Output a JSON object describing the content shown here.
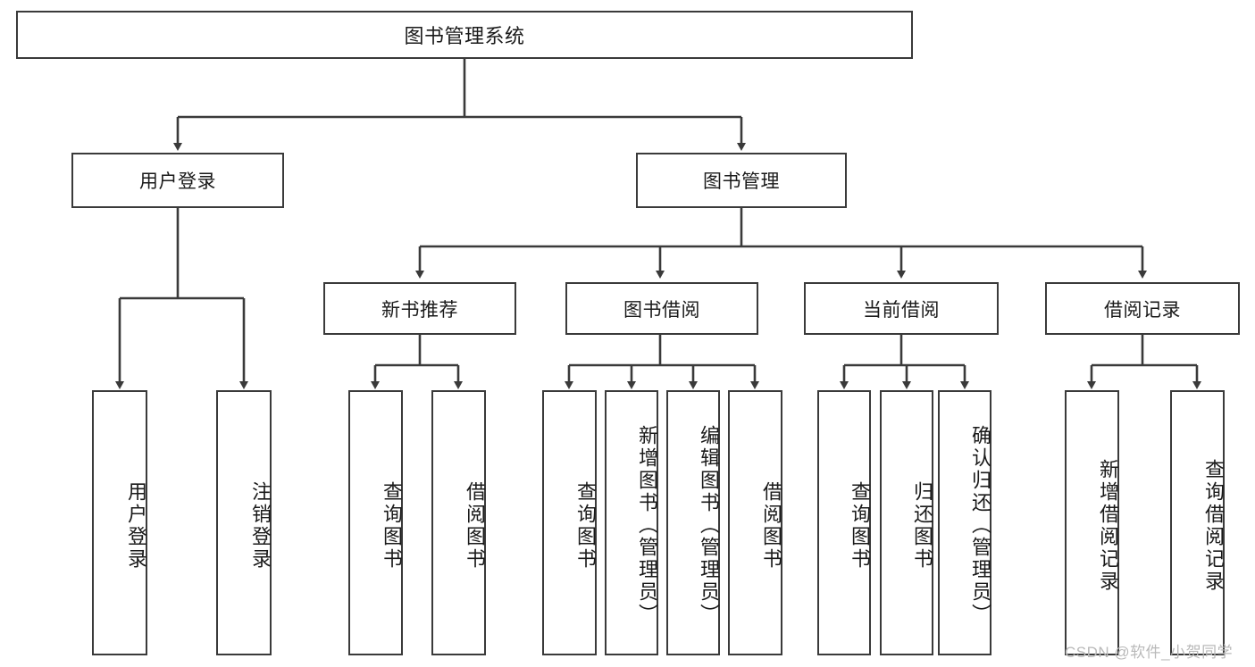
{
  "diagram": {
    "title": "图书管理系统",
    "type": "hierarchy-tree",
    "orientation": "top-down",
    "colors": {
      "box_border": "#3a3a3a",
      "box_fill": "#ffffff",
      "edge": "#3a3a3a",
      "text": "#1a1a1a",
      "watermark": "#b9b9b9",
      "background": "#ffffff"
    },
    "root": {
      "label": "图书管理系统"
    },
    "level2": [
      {
        "label": "用户登录"
      },
      {
        "label": "图书管理"
      }
    ],
    "level3": [
      {
        "label": "新书推荐"
      },
      {
        "label": "图书借阅"
      },
      {
        "label": "当前借阅"
      },
      {
        "label": "借阅记录"
      }
    ],
    "leaves": {
      "user_login": [
        {
          "label": "用户登录"
        },
        {
          "label": "注销登录"
        }
      ],
      "new_book": [
        {
          "label": "查询图书"
        },
        {
          "label": "借阅图书"
        }
      ],
      "borrow": [
        {
          "label": "查询图书"
        },
        {
          "label": "新增图书（管理员）"
        },
        {
          "label": "编辑图书（管理员）"
        },
        {
          "label": "借阅图书"
        }
      ],
      "current": [
        {
          "label": "查询图书"
        },
        {
          "label": "归还图书"
        },
        {
          "label": "确认归还（管理员）"
        }
      ],
      "records": [
        {
          "label": "新增借阅记录"
        },
        {
          "label": "查询借阅记录"
        }
      ]
    }
  },
  "watermark": {
    "text": "CSDN @软件_小贺同学"
  }
}
